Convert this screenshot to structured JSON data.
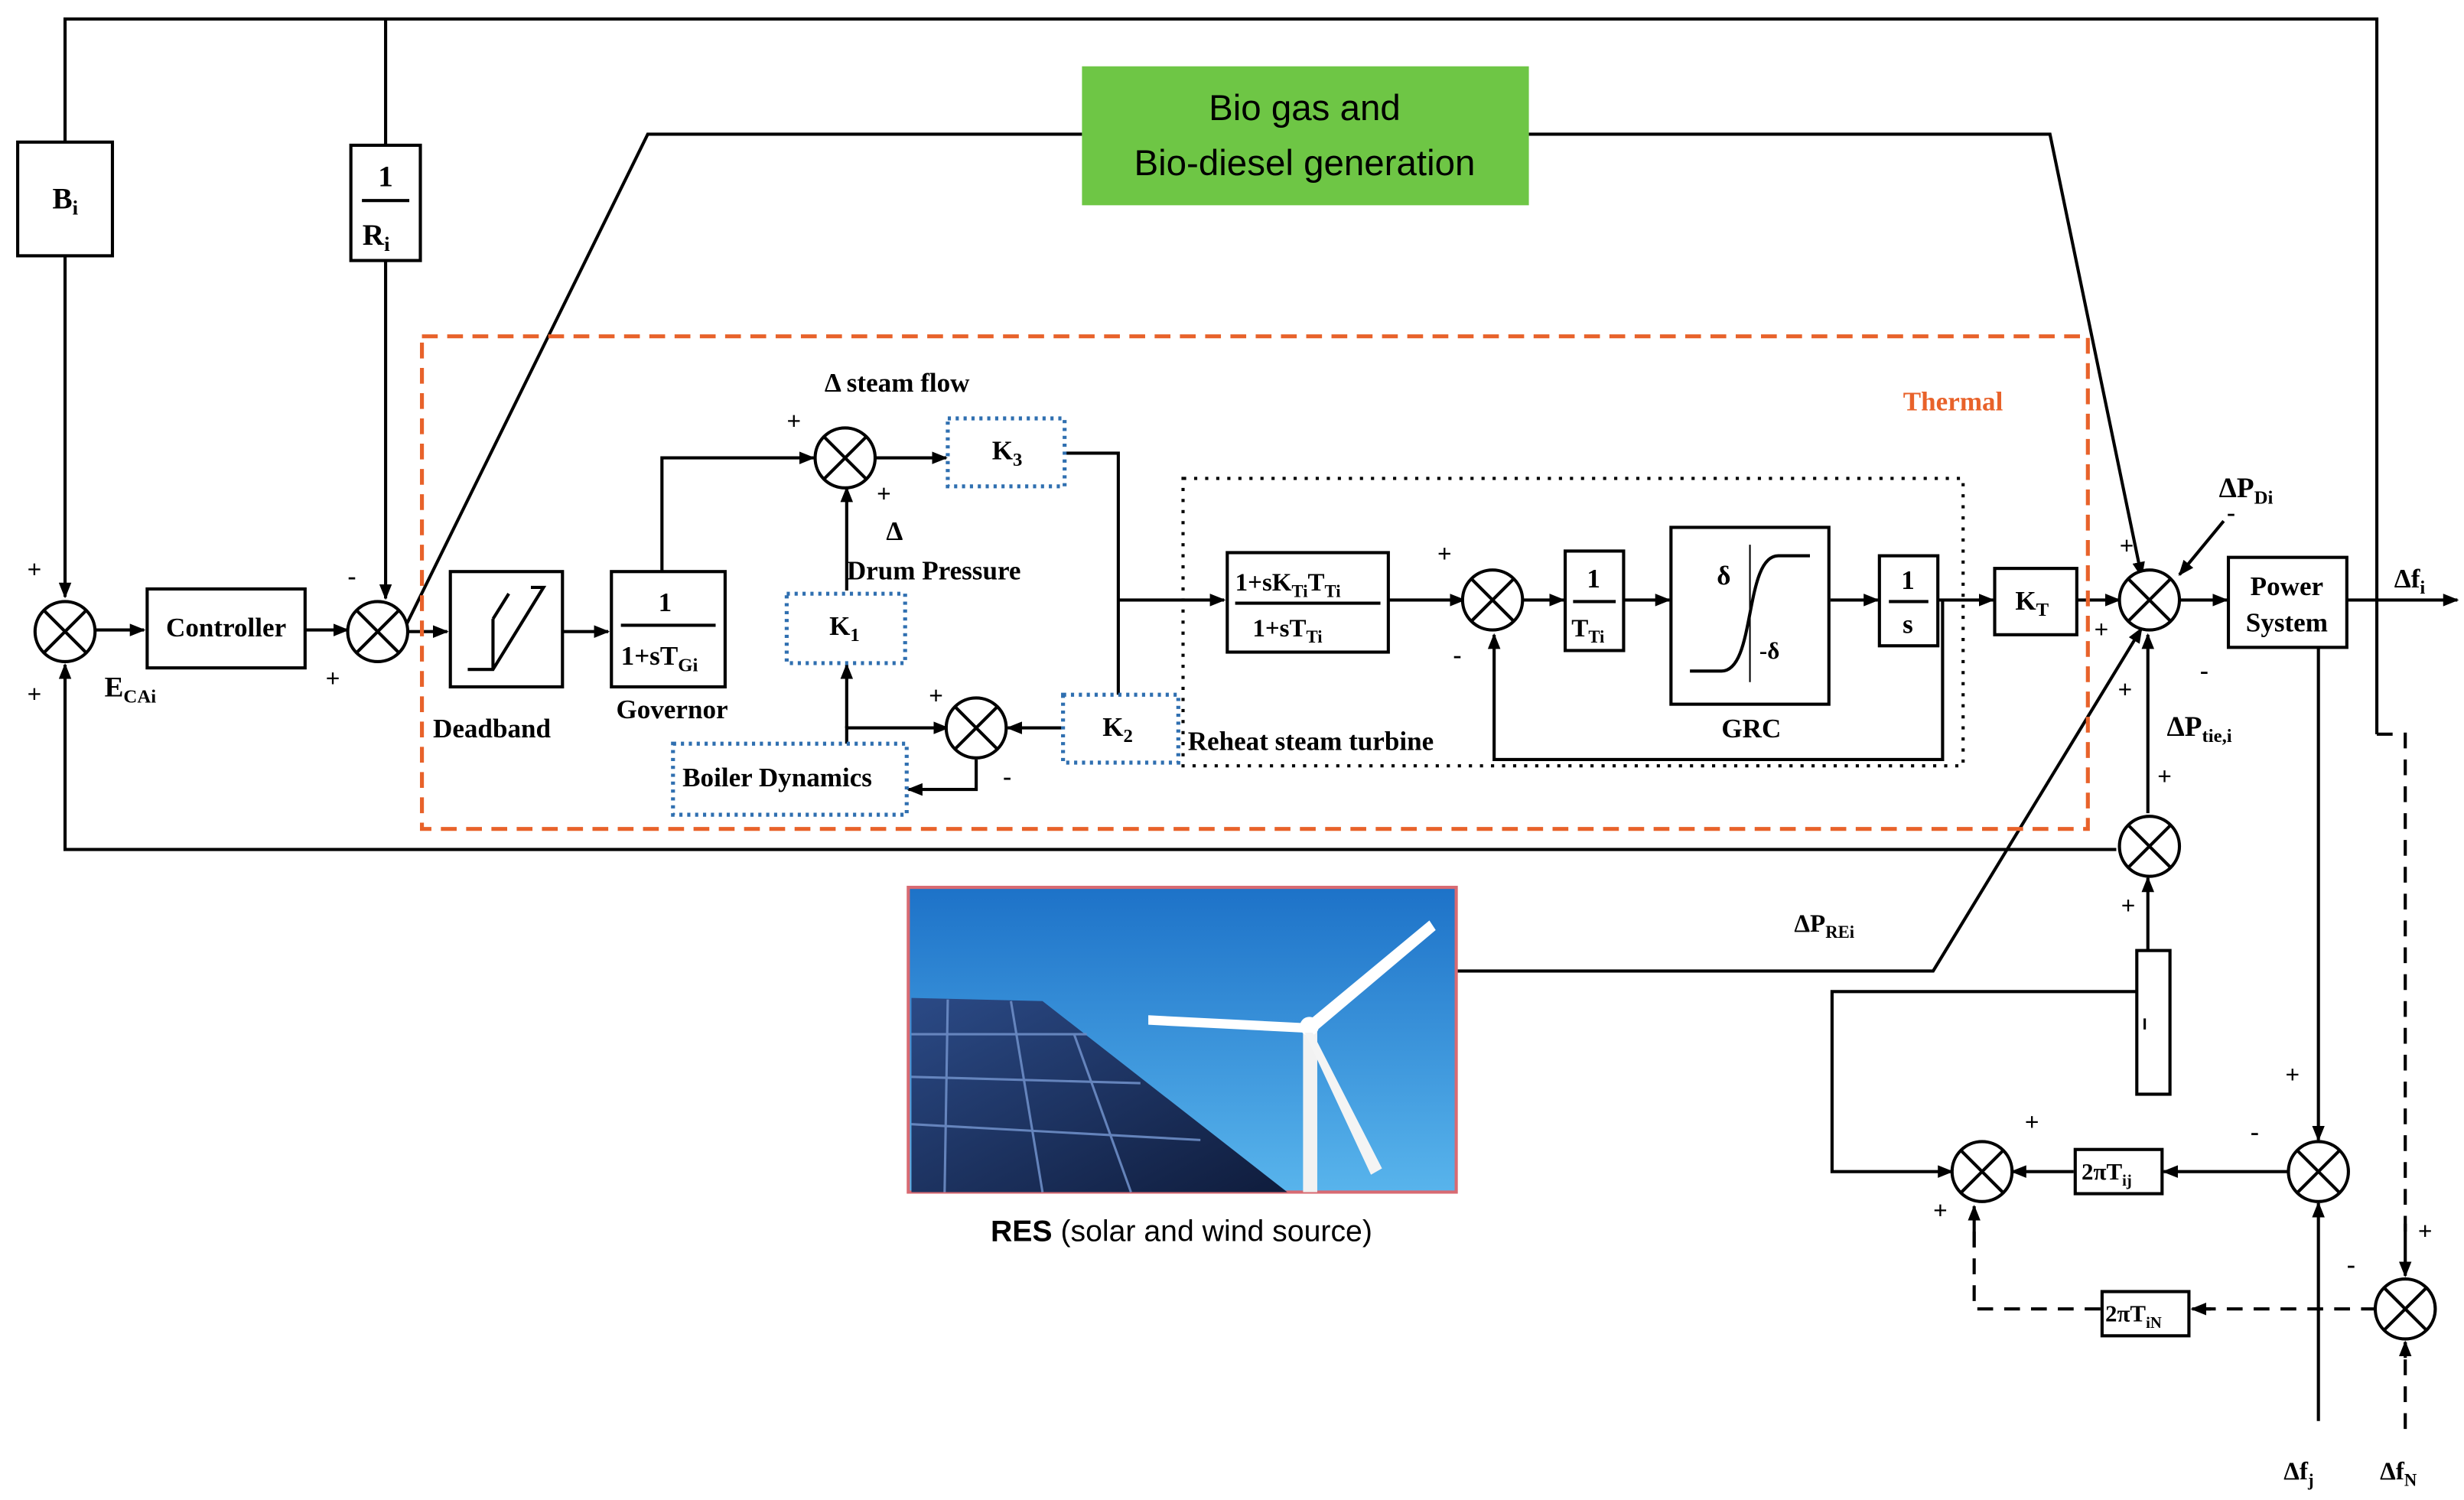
{
  "biogas": {
    "line1": "Bio gas and",
    "line2": "Bio-diesel generation",
    "fill": "#6ec645"
  },
  "thermal_label": "Thermal",
  "thermal_color": "#e8622a",
  "dotted_color": "#2f6fb0",
  "blocks": {
    "bi_main": "B",
    "bi_sub": "i",
    "ri_num": "1",
    "ri_den": "R",
    "ri_sub": "i",
    "controller": "Controller",
    "deadband": "Deadband",
    "gov_num": "1",
    "gov_den": "1+sT",
    "gov_sub": "Gi",
    "governor": "Governor",
    "k1": "K",
    "k1_sub": "1",
    "k2": "K",
    "k2_sub": "2",
    "k3": "K",
    "k3_sub": "3",
    "boiler": "Boiler Dynamics",
    "steam_flow": "Δ  steam flow",
    "drum_delta": "Δ",
    "drum": "Drum Pressure",
    "rh_num": "1+sK",
    "rh_num_sub": "Ti",
    "rh_num_tail": "T",
    "rh_num_tail_sub": "Ti",
    "rh_den": "1+sT",
    "rh_den_sub": "Ti",
    "reheat_label": "Reheat steam turbine",
    "tt_num": "1",
    "tt_den": "T",
    "tt_sub": "Ti",
    "grc_top": "δ",
    "grc_bot": "-δ",
    "grc": "GRC",
    "int_num": "1",
    "int_den": "s",
    "kt": "K",
    "kt_sub": "T",
    "power1": "Power",
    "power2": "System",
    "tij": "2πT",
    "tij_sub": "ij",
    "tin": "2πT",
    "tin_sub": "iN"
  },
  "signals": {
    "eca": "E",
    "eca_sub": "CAi",
    "pd": "ΔP",
    "pd_sub": "Di",
    "fi": "Δf",
    "fi_sub": "i",
    "ptie": "ΔP",
    "ptie_sub": "tie,i",
    "pre": "ΔP",
    "pre_sub": "REi",
    "fj": "Δf",
    "fj_sub": "j",
    "fn": "Δf",
    "fn_sub": "N"
  },
  "res": {
    "bold": "RES",
    "rest": " (solar and wind source)"
  },
  "signs": {
    "plus": "+",
    "minus": "-"
  }
}
